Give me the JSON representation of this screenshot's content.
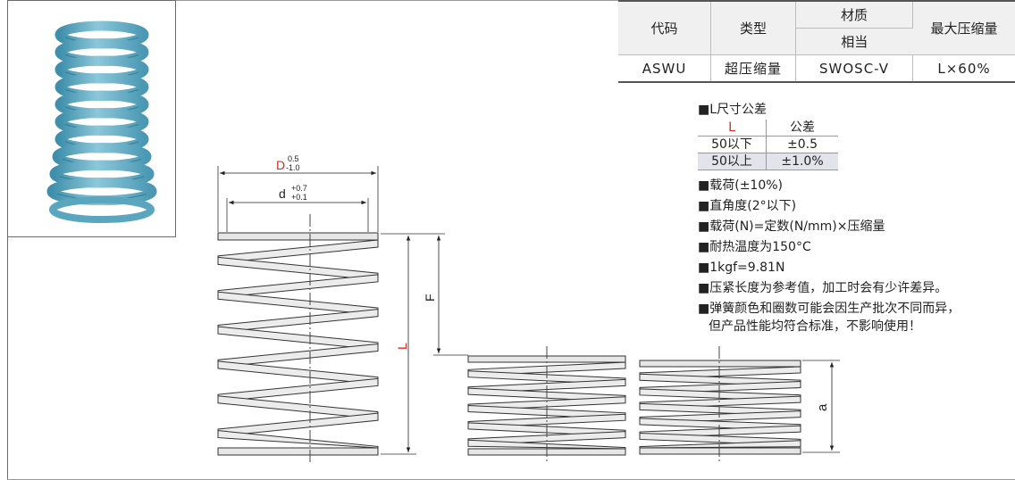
{
  "spec_table": {
    "headers": {
      "code": "代码",
      "type": "类型",
      "material": "材质",
      "equivalent": "相当",
      "max_compression": "最大压缩量"
    },
    "row": {
      "code": "ASWU",
      "type": "超压缩量",
      "material": "SWOSC-V",
      "max_compression": "L×60%"
    }
  },
  "tolerance": {
    "title": "■L尺寸公差",
    "col_l": "L",
    "col_tol": "公差",
    "rows": [
      {
        "range": "50以下",
        "tol": "±0.5"
      },
      {
        "range": "50以上",
        "tol": "±1.0%"
      }
    ]
  },
  "notes": [
    "■载荷(±10%)",
    "■直角度(2°以下)",
    "■载荷(N)=定数(N/mm)×压缩量",
    "■耐热温度为150°C",
    "■1kgf=9.81N",
    "■压紧长度为参考值，加工时会有少许差异。",
    "■弹簧颜色和圈数可能会因生产批次不同而异，"
  ],
  "notes_continuation": "但产品性能均符合标准，不影响使用！",
  "drawing": {
    "D_label": "D",
    "D_tol_upper": "0.5",
    "D_tol_lower": "-1.0",
    "d_label": "d",
    "d_tol_upper": "+0.7",
    "d_tol_lower": "+0.1",
    "F_label": "F",
    "L_label": "L",
    "a_label": "a"
  },
  "colors": {
    "spring_blue": "#6fb3c9",
    "dimension_red": "#d62b1e",
    "table_header_bg": "#f0f0f0",
    "tolerance_row_bg": "#e3e3ec"
  }
}
